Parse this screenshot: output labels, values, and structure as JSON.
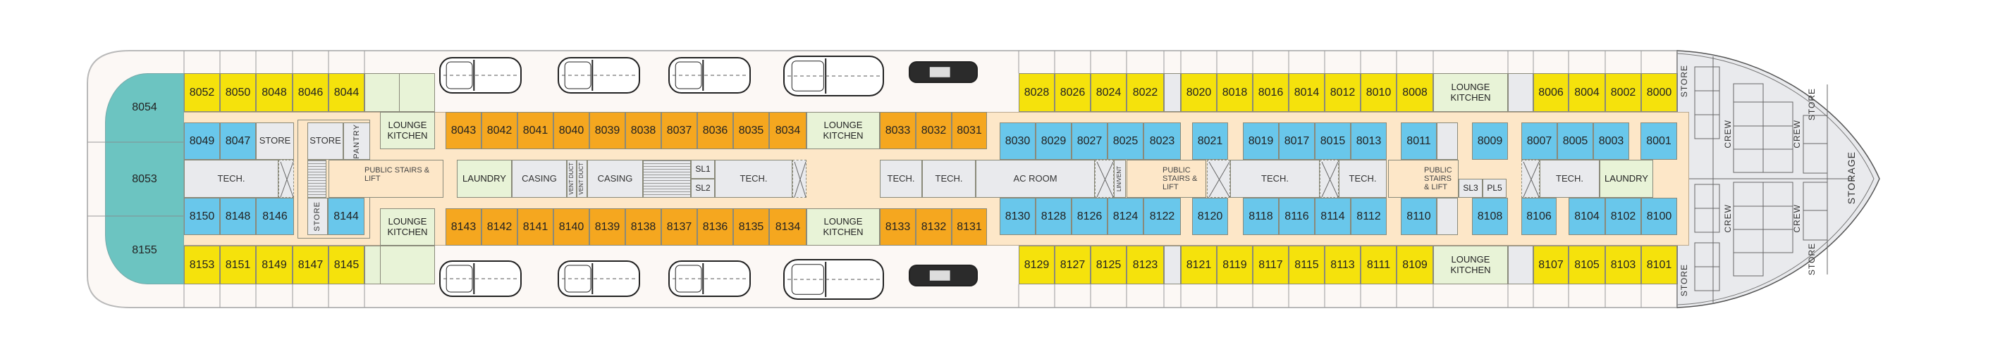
{
  "rooms": {
    "suites": [
      "8054",
      "8053",
      "8155"
    ],
    "outer_top": [
      "8052",
      "8050",
      "8048",
      "8046",
      "8044",
      "8028",
      "8026",
      "8024",
      "8022",
      "8020",
      "8018",
      "8016",
      "8014",
      "8012",
      "8010",
      "8008",
      "LOUNGE KITCHEN",
      "8006",
      "8004",
      "8002",
      "8000"
    ],
    "outer_bottom": [
      "8153",
      "8151",
      "8149",
      "8147",
      "8145",
      "8129",
      "8127",
      "8125",
      "8123",
      "8121",
      "8119",
      "8117",
      "8115",
      "8113",
      "8111",
      "8109",
      "LOUNGE KITCHEN",
      "8107",
      "8105",
      "8103",
      "8101"
    ],
    "inner_top": [
      "LOUNGE KITCHEN",
      "8043",
      "8042",
      "8041",
      "8040",
      "8039",
      "8038",
      "8037",
      "8036",
      "8035",
      "8034",
      "LOUNGE KITCHEN",
      "8033",
      "8032",
      "8031",
      "8049",
      "8047",
      "STORE",
      "STORE",
      "PANTRY",
      "8030",
      "8029",
      "8027",
      "8025",
      "8023",
      "8021",
      "8019",
      "8017",
      "8015",
      "8013",
      "8011",
      "8009",
      "8007",
      "8005",
      "8003",
      "8001"
    ],
    "inner_bottom": [
      "LOUNGE KITCHEN",
      "8143",
      "8142",
      "8141",
      "8140",
      "8139",
      "8138",
      "8137",
      "8136",
      "8135",
      "8134",
      "LOUNGE KITCHEN",
      "8133",
      "8132",
      "8131",
      "8150",
      "8148",
      "8146",
      "STORE",
      "8144",
      "8130",
      "8128",
      "8126",
      "8124",
      "8122",
      "8120",
      "8118",
      "8116",
      "8114",
      "8112",
      "8110",
      "8108",
      "8106",
      "8104",
      "8102",
      "8100"
    ],
    "middle": [
      "TECH.",
      "PUBLIC STAIRS & LIFT",
      "LAUNDRY",
      "CASING",
      "VENT DUCT",
      "VENT DUCT",
      "CASING",
      "SL1",
      "SL2",
      "TECH.",
      "TECH.",
      "TECH.",
      "AC ROOM",
      "LIN/VENT",
      "PUBLIC STAIRS & LIFT",
      "TECH.",
      "TECH.",
      "PUBLIC STAIRS & LIFT",
      "SL3",
      "PL5",
      "TECH.",
      "LAUNDRY"
    ]
  },
  "bow": {
    "labels": [
      "STORE",
      "STORE",
      "CREW",
      "CREW",
      "CREW",
      "CREW",
      "STORE",
      "STORE",
      "STORAGE"
    ]
  },
  "colors": {
    "balcony_cabin": "#f5e20c",
    "window_cabin": "#f5a71f",
    "inside_cabin": "#69c7eb",
    "suite": "#6cc4c1",
    "lounge": "#e8f3d7",
    "service": "#e9eaed",
    "corridor": "#fde7c8"
  }
}
